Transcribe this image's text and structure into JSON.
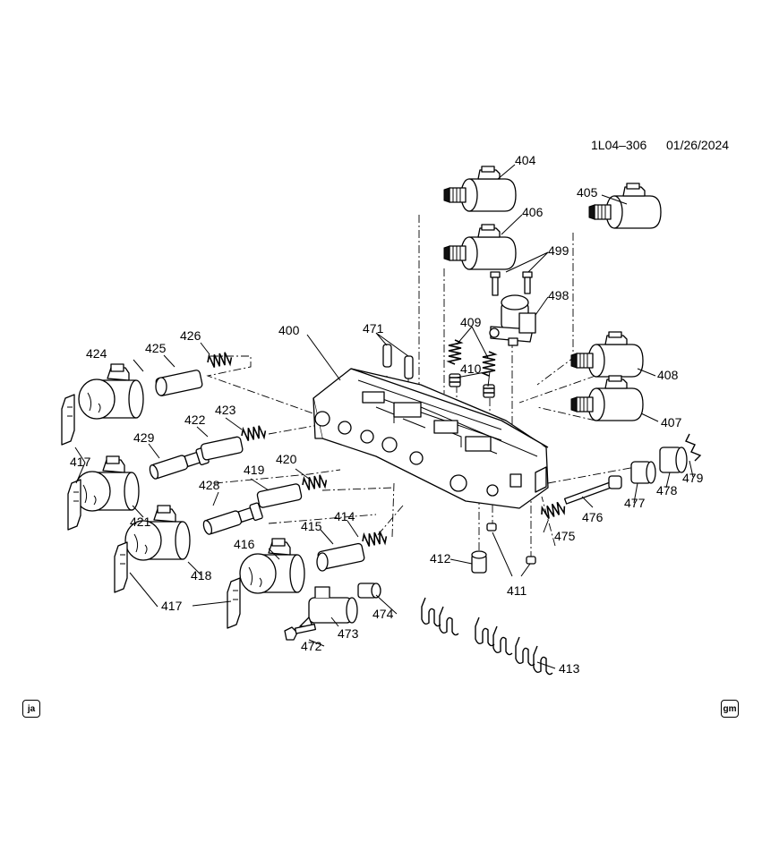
{
  "header": {
    "code": "1L04–306",
    "date": "01/26/2024"
  },
  "callouts": {
    "c400": "400",
    "c404": "404",
    "c405": "405",
    "c406": "406",
    "c407": "407",
    "c408": "408",
    "c409": "409",
    "c410": "410",
    "c411": "411",
    "c412": "412",
    "c413": "413",
    "c414": "414",
    "c415": "415",
    "c416": "416",
    "c417": "417",
    "c418": "418",
    "c419": "419",
    "c420": "420",
    "c421": "421",
    "c422": "422",
    "c423": "423",
    "c424": "424",
    "c425": "425",
    "c426": "426",
    "c428": "428",
    "c429": "429",
    "c471": "471",
    "c472": "472",
    "c473": "473",
    "c474": "474",
    "c475": "475",
    "c476": "476",
    "c477": "477",
    "c478": "478",
    "c479": "479",
    "c498": "498",
    "c499": "499"
  },
  "badges": {
    "left": "ja",
    "right": "gm"
  }
}
